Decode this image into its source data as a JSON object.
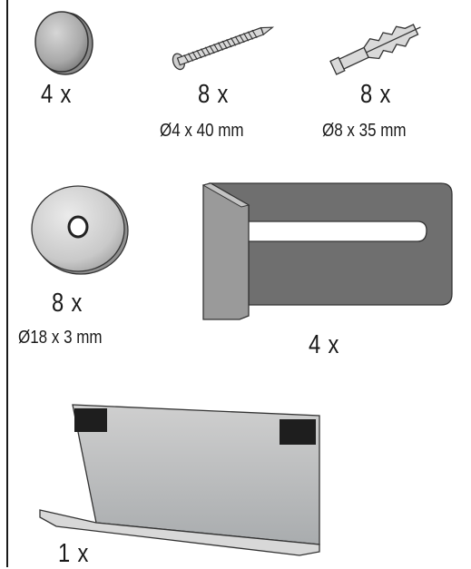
{
  "parts": [
    {
      "id": "bumper",
      "quantity": "4 x",
      "dimension": ""
    },
    {
      "id": "screw",
      "quantity": "8 x",
      "dimension": "Ø4 x 40 mm"
    },
    {
      "id": "wall-plug",
      "quantity": "8 x",
      "dimension": "Ø8 x 35 mm"
    },
    {
      "id": "washer",
      "quantity": "8 x",
      "dimension": "Ø18 x 3 mm"
    },
    {
      "id": "slotted-bracket",
      "quantity": "4 x",
      "dimension": ""
    },
    {
      "id": "shelf-bracket",
      "quantity": "1 x",
      "dimension": ""
    }
  ]
}
